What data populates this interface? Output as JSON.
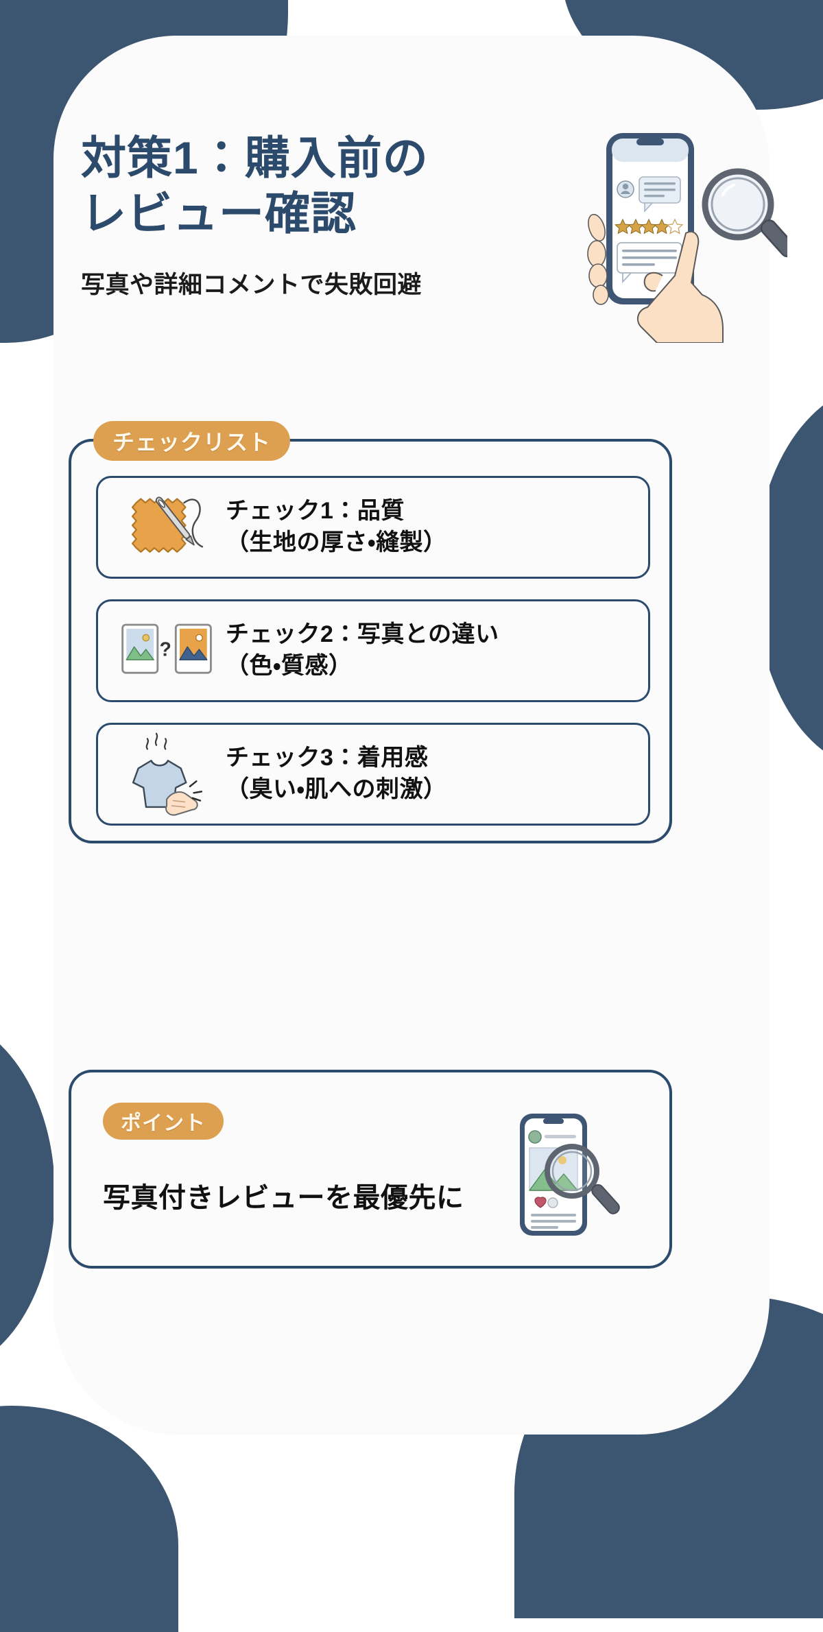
{
  "colors": {
    "navy": "#3C5570",
    "title_navy": "#2C4A6B",
    "badge_orange": "#DDA050",
    "badge_text": "#FFF8EC",
    "sheet": "#FBFBFB",
    "body_text": "#111111",
    "fabric_orange": "#E8A34A",
    "shirt_blue": "#C3D5E6",
    "skin": "#FCE0C8"
  },
  "header": {
    "title_line1": "対策1：購入前の",
    "title_line2": "レビュー確認",
    "subtitle": "写真や詳細コメントで失敗回避"
  },
  "hero": {
    "icon_names": [
      "hand-holding-phone-icon",
      "magnifier-icon",
      "star-rating-icon"
    ],
    "star_rating_filled": 4,
    "star_rating_total": 5
  },
  "checklist": {
    "badge": "チェックリスト",
    "items": [
      {
        "icon": "fabric-needle-icon",
        "line1": "チェック1：品質",
        "line2": "（生地の厚さ・縫製）"
      },
      {
        "icon": "two-photos-compare-icon",
        "line1": "チェック2：写真との違い",
        "line2": "（色・質感）"
      },
      {
        "icon": "tshirt-smell-touch-icon",
        "line1": "チェック3：着用感",
        "line2": "（臭い・肌への刺激）"
      }
    ]
  },
  "point": {
    "badge": "ポイント",
    "text": "写真付きレビューを最優先に",
    "icon": "phone-photo-magnifier-icon"
  }
}
